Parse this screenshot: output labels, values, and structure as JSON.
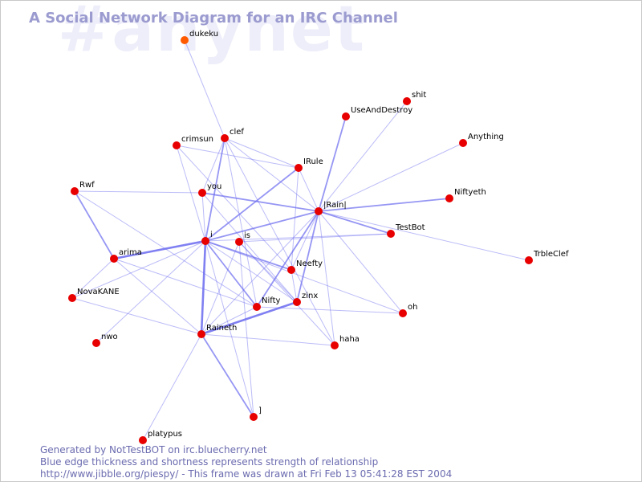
{
  "title": "A Social Network Diagram for an IRC Channel",
  "channel": "#anynet",
  "footer": {
    "line1": "Generated by NotTestBOT on irc.bluecherry.net",
    "line2": "Blue edge thickness and shortness represents strength of relationship",
    "line3": "http://www.jibble.org/piespy/ - This frame was drawn at Fri Feb 13 05:41:28 EST 2004"
  },
  "colors": {
    "node": "#e80000",
    "node_recent": "#ff5a00",
    "edge": "#6a6af0",
    "title": "#9b9bd0"
  },
  "nodes": [
    {
      "id": "dukeku",
      "label": "dukeku",
      "recent": true
    },
    {
      "id": "shit",
      "label": "shit"
    },
    {
      "id": "UseAndDestroy",
      "label": "UseAndDestroy"
    },
    {
      "id": "Anything",
      "label": "Anything"
    },
    {
      "id": "crimsun",
      "label": "crimsun"
    },
    {
      "id": "clef",
      "label": "clef"
    },
    {
      "id": "IRule",
      "label": "IRule"
    },
    {
      "id": "Rwf",
      "label": "Rwf"
    },
    {
      "id": "you",
      "label": "you"
    },
    {
      "id": "Niftyeth",
      "label": "Niftyeth"
    },
    {
      "id": "Rain",
      "label": "|Rain|"
    },
    {
      "id": "TestBot",
      "label": "TestBot"
    },
    {
      "id": "i",
      "label": "i"
    },
    {
      "id": "is",
      "label": "is"
    },
    {
      "id": "arima",
      "label": "arima"
    },
    {
      "id": "TrbleClef",
      "label": "TrbleClef"
    },
    {
      "id": "Neefty",
      "label": "Neefty"
    },
    {
      "id": "NovaKANE",
      "label": "NovaKANE"
    },
    {
      "id": "zinx",
      "label": "zinx"
    },
    {
      "id": "Nifty",
      "label": "Nifty"
    },
    {
      "id": "oh",
      "label": "oh"
    },
    {
      "id": "nwo",
      "label": "nwo"
    },
    {
      "id": "Raineth",
      "label": "Raineth"
    },
    {
      "id": "haha",
      "label": "haha"
    },
    {
      "id": "bracket",
      "label": "]"
    },
    {
      "id": "platypus",
      "label": "platypus"
    }
  ],
  "edges": [
    {
      "from": "dukeku",
      "to": "clef",
      "strength": 1
    },
    {
      "from": "UseAndDestroy",
      "to": "Rain",
      "strength": 2
    },
    {
      "from": "shit",
      "to": "Rain",
      "strength": 1
    },
    {
      "from": "Anything",
      "to": "Rain",
      "strength": 1
    },
    {
      "from": "Niftyeth",
      "to": "Rain",
      "strength": 2
    },
    {
      "from": "TestBot",
      "to": "Rain",
      "strength": 2
    },
    {
      "from": "TrbleClef",
      "to": "Rain",
      "strength": 1
    },
    {
      "from": "IRule",
      "to": "Rain",
      "strength": 1
    },
    {
      "from": "clef",
      "to": "IRule",
      "strength": 1
    },
    {
      "from": "clef",
      "to": "Rain",
      "strength": 1
    },
    {
      "from": "clef",
      "to": "i",
      "strength": 2
    },
    {
      "from": "clef",
      "to": "you",
      "strength": 1
    },
    {
      "from": "clef",
      "to": "Nifty",
      "strength": 1
    },
    {
      "from": "clef",
      "to": "haha",
      "strength": 1
    },
    {
      "from": "crimsun",
      "to": "IRule",
      "strength": 1
    },
    {
      "from": "crimsun",
      "to": "i",
      "strength": 1
    },
    {
      "from": "crimsun",
      "to": "Neefty",
      "strength": 1
    },
    {
      "from": "Rwf",
      "to": "arima",
      "strength": 2
    },
    {
      "from": "Rwf",
      "to": "you",
      "strength": 1
    },
    {
      "from": "Rwf",
      "to": "Nifty",
      "strength": 1
    },
    {
      "from": "you",
      "to": "Rain",
      "strength": 2
    },
    {
      "from": "you",
      "to": "i",
      "strength": 1
    },
    {
      "from": "you",
      "to": "zinx",
      "strength": 1
    },
    {
      "from": "Rain",
      "to": "i",
      "strength": 2
    },
    {
      "from": "Rain",
      "to": "zinx",
      "strength": 2
    },
    {
      "from": "Rain",
      "to": "Nifty",
      "strength": 2
    },
    {
      "from": "Rain",
      "to": "Raineth",
      "strength": 1
    },
    {
      "from": "Rain",
      "to": "oh",
      "strength": 1
    },
    {
      "from": "Rain",
      "to": "haha",
      "strength": 1
    },
    {
      "from": "Rain",
      "to": "Neefty",
      "strength": 1
    },
    {
      "from": "IRule",
      "to": "i",
      "strength": 2
    },
    {
      "from": "IRule",
      "to": "Neefty",
      "strength": 1
    },
    {
      "from": "i",
      "to": "arima",
      "strength": 3
    },
    {
      "from": "i",
      "to": "Raineth",
      "strength": 3
    },
    {
      "from": "i",
      "to": "Neefty",
      "strength": 2
    },
    {
      "from": "i",
      "to": "zinx",
      "strength": 1
    },
    {
      "from": "i",
      "to": "Nifty",
      "strength": 2
    },
    {
      "from": "i",
      "to": "NovaKANE",
      "strength": 1
    },
    {
      "from": "i",
      "to": "nwo",
      "strength": 1
    },
    {
      "from": "i",
      "to": "bracket",
      "strength": 1
    },
    {
      "from": "i",
      "to": "TestBot",
      "strength": 1
    },
    {
      "from": "i",
      "to": "oh",
      "strength": 1
    },
    {
      "from": "is",
      "to": "TestBot",
      "strength": 1
    },
    {
      "from": "is",
      "to": "Raineth",
      "strength": 1
    },
    {
      "from": "is",
      "to": "haha",
      "strength": 1
    },
    {
      "from": "is",
      "to": "zinx",
      "strength": 1
    },
    {
      "from": "is",
      "to": "bracket",
      "strength": 1
    },
    {
      "from": "arima",
      "to": "NovaKANE",
      "strength": 1
    },
    {
      "from": "arima",
      "to": "Nifty",
      "strength": 1
    },
    {
      "from": "Raineth",
      "to": "zinx",
      "strength": 3
    },
    {
      "from": "Raineth",
      "to": "Nifty",
      "strength": 1
    },
    {
      "from": "Raineth",
      "to": "haha",
      "strength": 1
    },
    {
      "from": "Raineth",
      "to": "bracket",
      "strength": 2
    },
    {
      "from": "Raineth",
      "to": "platypus",
      "strength": 1
    },
    {
      "from": "Raineth",
      "to": "NovaKANE",
      "strength": 1
    },
    {
      "from": "Raineth",
      "to": "arima",
      "strength": 1
    },
    {
      "from": "Nifty",
      "to": "oh",
      "strength": 1
    },
    {
      "from": "Neefty",
      "to": "zinx",
      "strength": 1
    }
  ]
}
